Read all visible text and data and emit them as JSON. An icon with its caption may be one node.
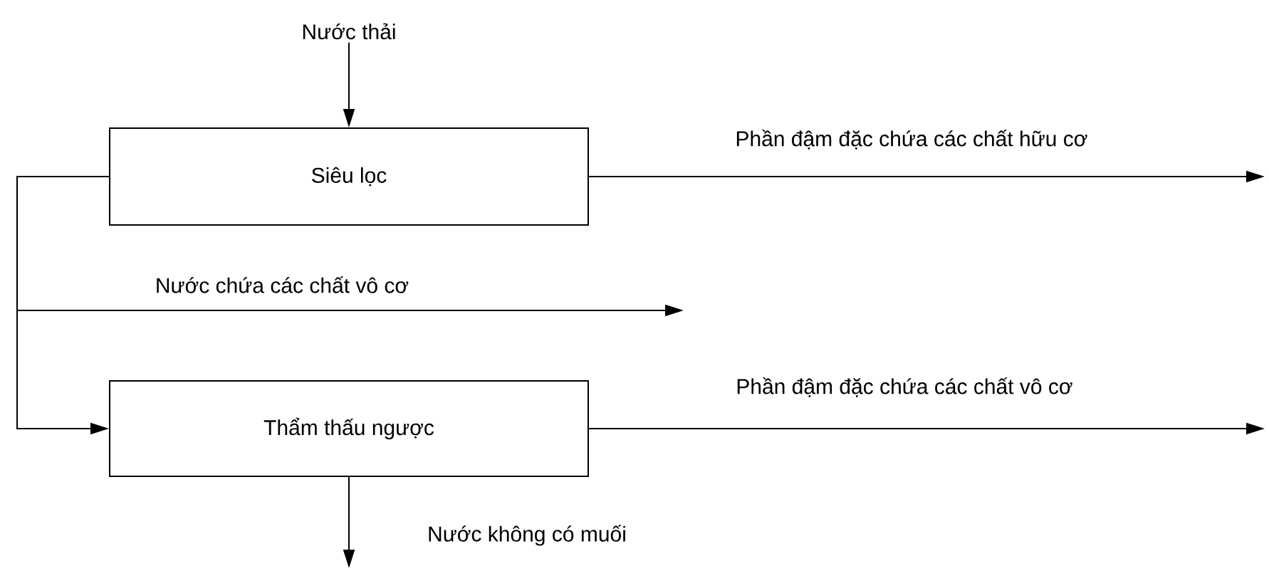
{
  "diagram": {
    "nodes": [
      {
        "text": [
          "Nước thải"
        ]
      },
      {
        "text": [
          "Siêu lọc"
        ]
      },
      {
        "text": [
          "Thẩm thấu ngược"
        ]
      }
    ],
    "edges": [
      {
        "from": 0,
        "to": 1,
        "arrow": "to"
      },
      {
        "from": 1,
        "to": null,
        "arrow": "to",
        "label": "Phần đậm đặc chứa các chất hữu cơ"
      },
      {
        "from": 1,
        "to": null,
        "arrow": "to",
        "label": "Nước chứa các chất vô cơ"
      },
      {
        "from": 1,
        "to": 2,
        "arrow": "to"
      },
      {
        "from": 2,
        "to": null,
        "arrow": "to",
        "label": "Phần đậm đặc chứa các chất vô cơ"
      },
      {
        "from": 2,
        "to": null,
        "arrow": "to",
        "label": "Nước không có muối"
      }
    ]
  }
}
